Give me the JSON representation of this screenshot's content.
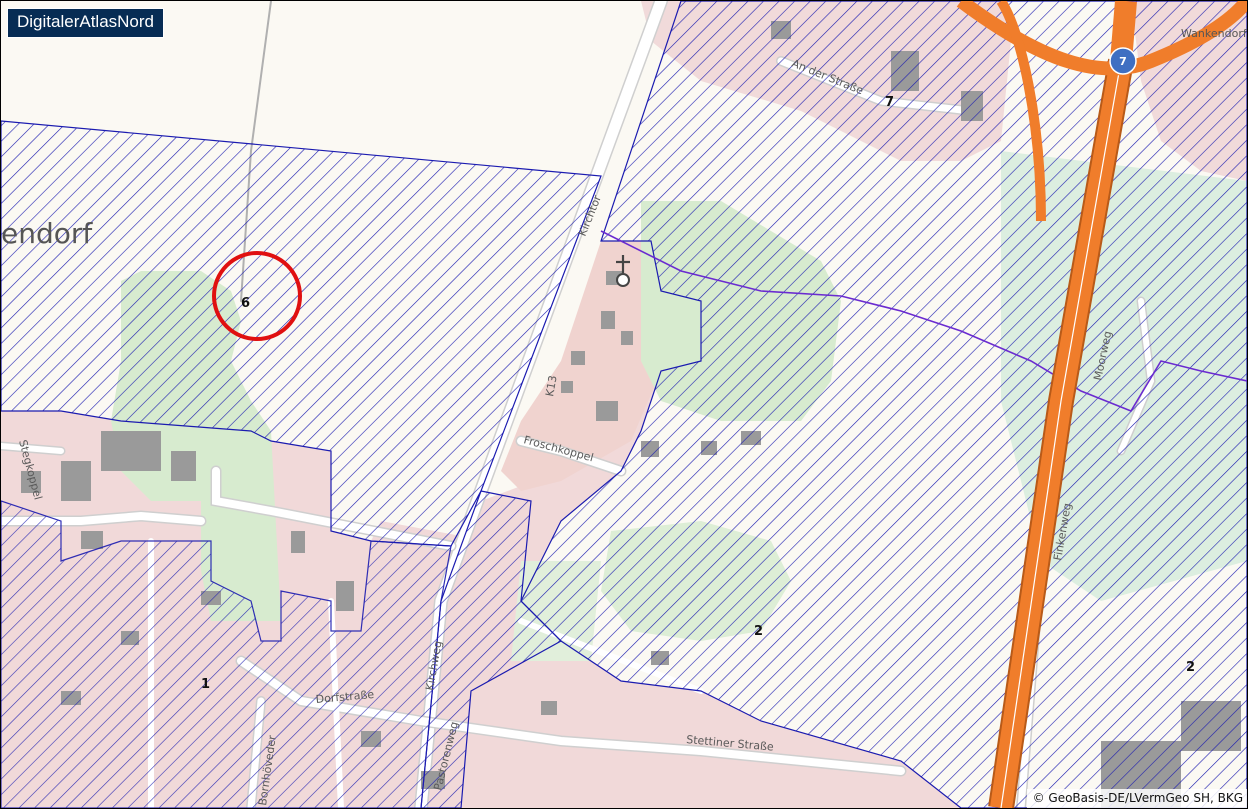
{
  "brand": {
    "title": "DigitalerAtlasNord"
  },
  "map": {
    "place_label": "endorf",
    "town_label_ne": "Wankendorf",
    "route_shield": "7",
    "streets": {
      "kirchtor": "Kirchtor",
      "k13": "K13",
      "froschkoppel": "Froschkoppel",
      "stegkoppel": "Stegkoppel",
      "an_der_strasse": "An der Straße",
      "dorfstrasse": "Dorfstraße",
      "stettiner": "Stettiner Straße",
      "moorweg": "Moorweg",
      "bornhoeved": "Bornhöveder",
      "kirchweg": "Kirchweg",
      "pastorenweg": "Pastorenweg",
      "finkenweg": "Finkenweg"
    },
    "zone_numbers": {
      "z6": "6",
      "z7": "7",
      "z1": "1",
      "z2a": "2",
      "z2b": "2"
    },
    "colors": {
      "hatch": "#1b1bb0",
      "settlement": "#f1d9d9",
      "green": "#d8ecd0",
      "road_major": "#f07d2b",
      "building": "#9a9a9a",
      "marker": "#e01010"
    }
  },
  "attribution": "© GeoBasis-DE/LVermGeo SH, BKG"
}
